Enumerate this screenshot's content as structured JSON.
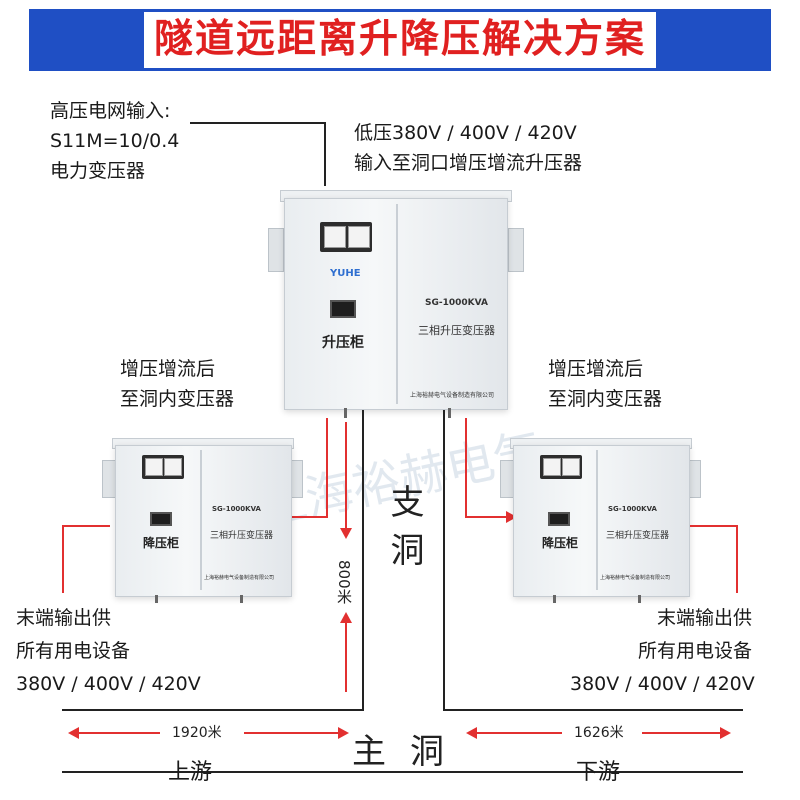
{
  "title": "隧道远距离升降压解决方案",
  "top_left_label": [
    "高压电网输入:",
    "S11M=10/0.4",
    "电力变压器"
  ],
  "top_right_label": [
    "低压380V / 400V / 420V",
    "输入至洞口增压增流升压器"
  ],
  "mid_left_label": [
    "增压增流后",
    "至洞内变压器"
  ],
  "mid_right_label": [
    "增压增流后",
    "至洞内变压器"
  ],
  "bottom_left_label": [
    "末端输出供",
    "所有用电设备",
    "380V / 400V / 420V"
  ],
  "bottom_right_label": [
    "末端输出供",
    "所有用电设备",
    "380V / 400V / 420V"
  ],
  "branch_tunnel": "支洞",
  "main_tunnel": "主洞",
  "branch_distance": "800米",
  "left_distance": "1920米",
  "right_distance": "1626米",
  "upstream": "上游",
  "downstream": "下游",
  "cabinets": {
    "center": {
      "label": "升压柜",
      "model": "SG-1000KVA",
      "type": "三相升压变压器",
      "maker": "上海裕赫电气设备制造有限公司"
    },
    "left": {
      "label": "降压柜",
      "model": "SG-1000KVA",
      "type": "三相升压变压器",
      "maker": "上海裕赫电气设备制造有限公司"
    },
    "right": {
      "label": "降压柜",
      "model": "SG-1000KVA",
      "type": "三相升压变压器",
      "maker": "上海裕赫电气设备制造有限公司"
    }
  },
  "logo_text": "YUHE",
  "watermark": "上海裕赫电气",
  "colors": {
    "banner_bg": "#1f4fc4",
    "title_text": "#e02020",
    "arrow": "#e23030"
  }
}
